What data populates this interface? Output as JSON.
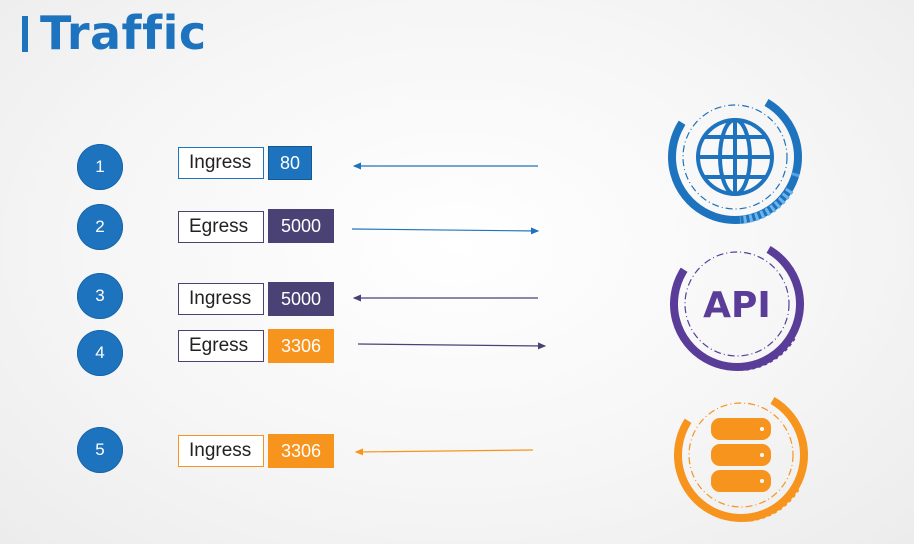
{
  "title": "Traffic",
  "colors": {
    "blue": "#1e73be",
    "purple": "#4a4175",
    "api_purple": "#5a3d99",
    "orange": "#f7941d",
    "globe_blue": "#1e73be"
  },
  "rules": [
    {
      "number": "1",
      "direction": "Ingress",
      "port": "80",
      "color": "blue"
    },
    {
      "number": "2",
      "direction": "Egress",
      "port": "5000",
      "color": "purple"
    },
    {
      "number": "3",
      "direction": "Ingress",
      "port": "5000",
      "color": "purple"
    },
    {
      "number": "4",
      "direction": "Egress",
      "port": "3306",
      "color": "orange"
    },
    {
      "number": "5",
      "direction": "Ingress",
      "port": "3306",
      "color": "orange"
    }
  ],
  "services": {
    "web": {
      "icon": "globe-icon"
    },
    "api": {
      "label": "API",
      "icon": "api-icon"
    },
    "db": {
      "icon": "database-icon"
    }
  }
}
